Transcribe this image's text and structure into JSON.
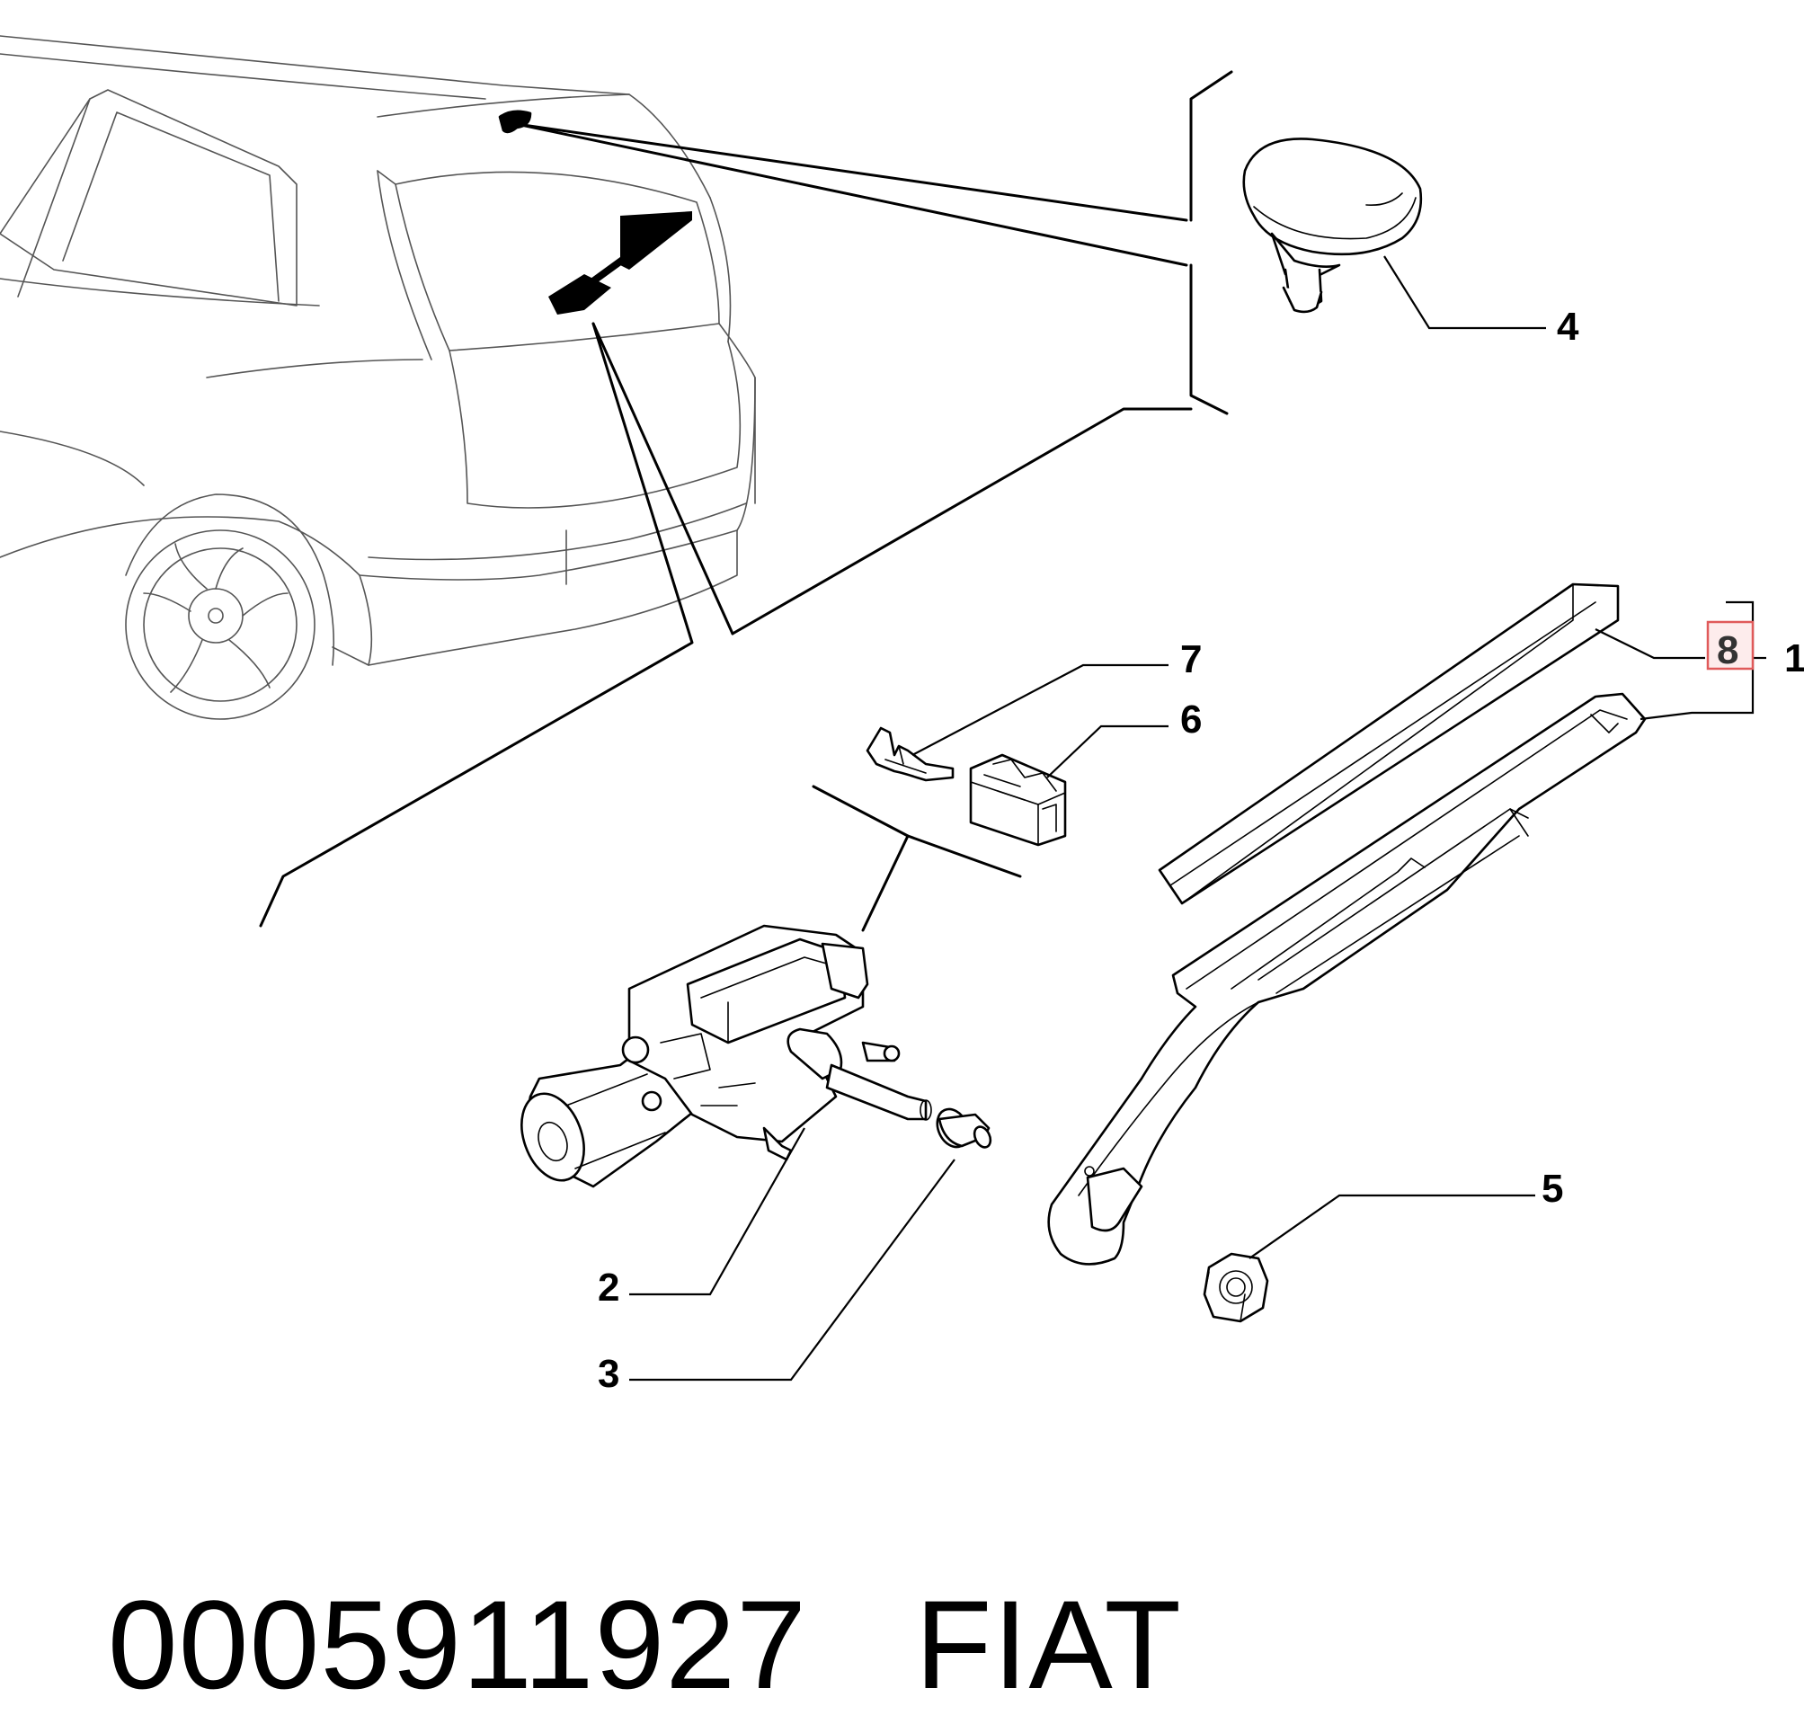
{
  "callouts": {
    "c1": "1",
    "c2": "2",
    "c3": "3",
    "c4": "4",
    "c5": "5",
    "c6": "6",
    "c7": "7",
    "c8": "8"
  },
  "highlight_color": "#e05a5a",
  "footer": {
    "part_number": "0005911927",
    "brand": "FIAT"
  }
}
